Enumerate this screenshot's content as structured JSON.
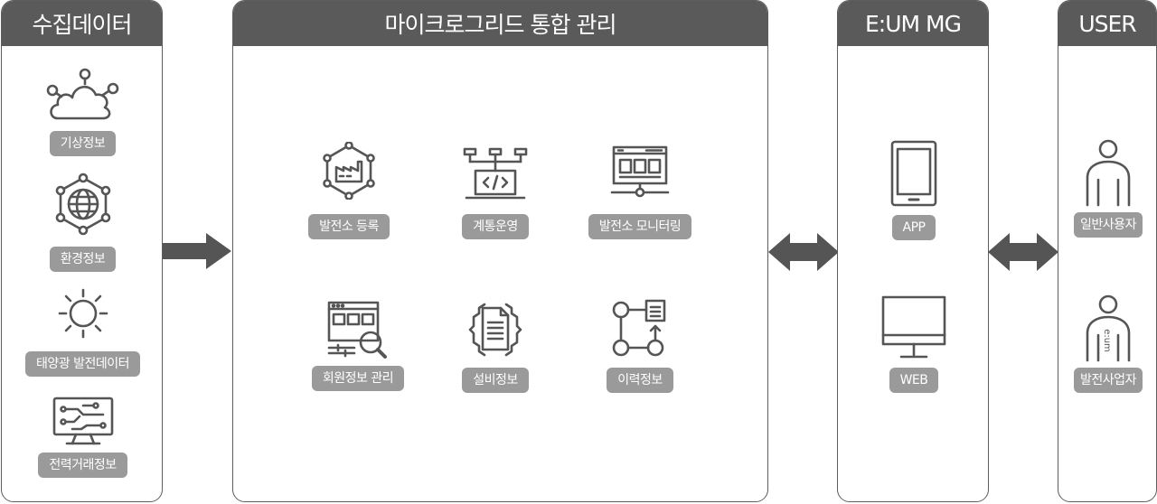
{
  "panels": {
    "collect": {
      "title": "수집데이터",
      "items": [
        {
          "label": "기상정보",
          "icon": "cloud-network-icon"
        },
        {
          "label": "환경정보",
          "icon": "globe-network-icon"
        },
        {
          "label": "태양광 발전데이터",
          "icon": "sun-icon"
        },
        {
          "label": "전력거래정보",
          "icon": "circuit-monitor-icon"
        }
      ]
    },
    "microgrid": {
      "title": "마이크로그리드 통합 관리",
      "items": [
        {
          "label": "발전소 등록",
          "icon": "factory-hex-icon"
        },
        {
          "label": "계통운영",
          "icon": "code-network-icon"
        },
        {
          "label": "발전소 모니터링",
          "icon": "monitor-dashboard-icon"
        },
        {
          "label": "회원정보 관리",
          "icon": "browser-search-icon"
        },
        {
          "label": "설비정보",
          "icon": "document-gear-icon"
        },
        {
          "label": "이력정보",
          "icon": "history-flow-icon"
        }
      ]
    },
    "eum": {
      "title": "E:UM MG",
      "items": [
        {
          "label": "APP",
          "icon": "tablet-icon"
        },
        {
          "label": "WEB",
          "icon": "desktop-monitor-icon"
        }
      ]
    },
    "user": {
      "title": "USER",
      "items": [
        {
          "label": "일반사용자",
          "icon": "person-icon"
        },
        {
          "label": "발전사업자",
          "icon": "person-eum-icon"
        }
      ]
    }
  },
  "colors": {
    "header": "#5a5a5a",
    "pill": "#9a9a9a",
    "icon": "#555555",
    "arrow": "#555555"
  },
  "person_badge_text": "e:um"
}
